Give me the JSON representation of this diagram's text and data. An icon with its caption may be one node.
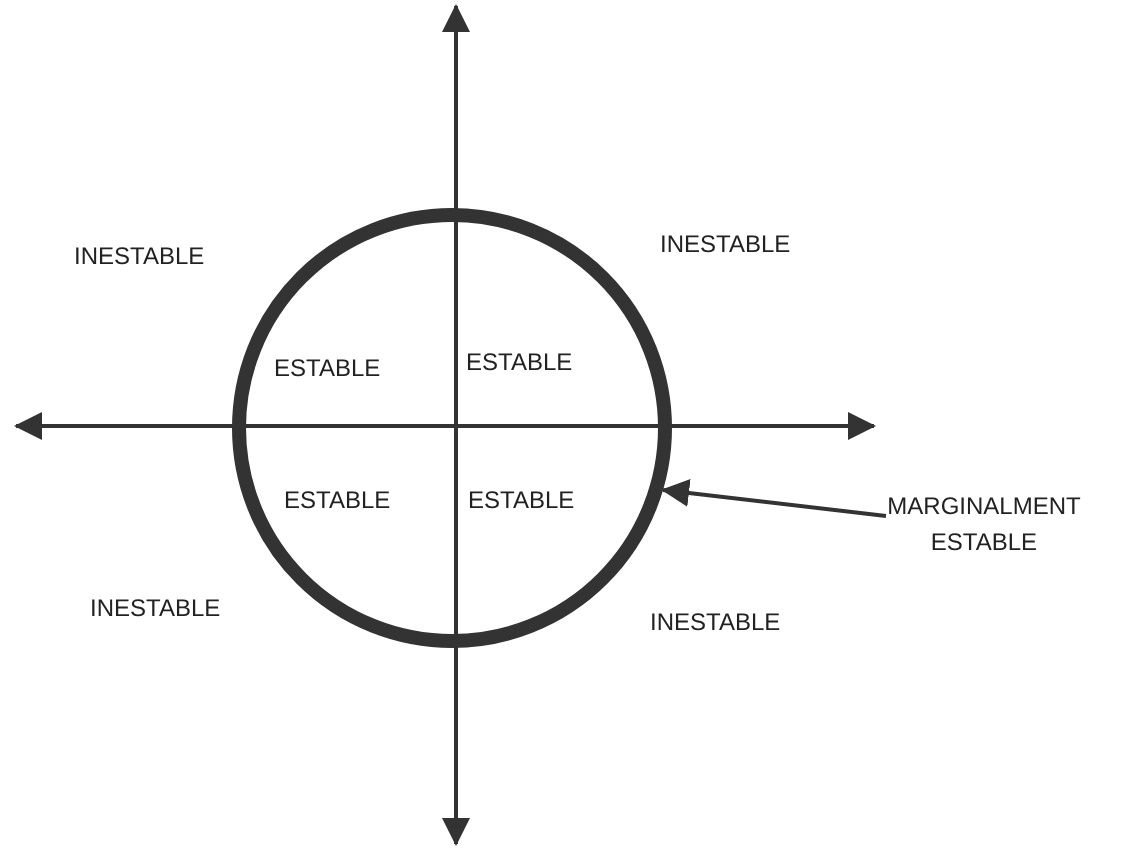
{
  "diagram": {
    "nodes": [
      {
        "text": [],
        "shape": "circle"
      },
      {
        "text": [
          "MARGINALMENT ESTABLE"
        ]
      }
    ],
    "edges": [
      {
        "from": 1,
        "to": 0,
        "arrow": "to"
      }
    ],
    "labels": [
      "INESTABLE",
      "INESTABLE",
      "ESTABLE",
      "ESTABLE",
      "ESTABLE",
      "ESTABLE",
      "INESTABLE",
      "INESTABLE"
    ]
  }
}
